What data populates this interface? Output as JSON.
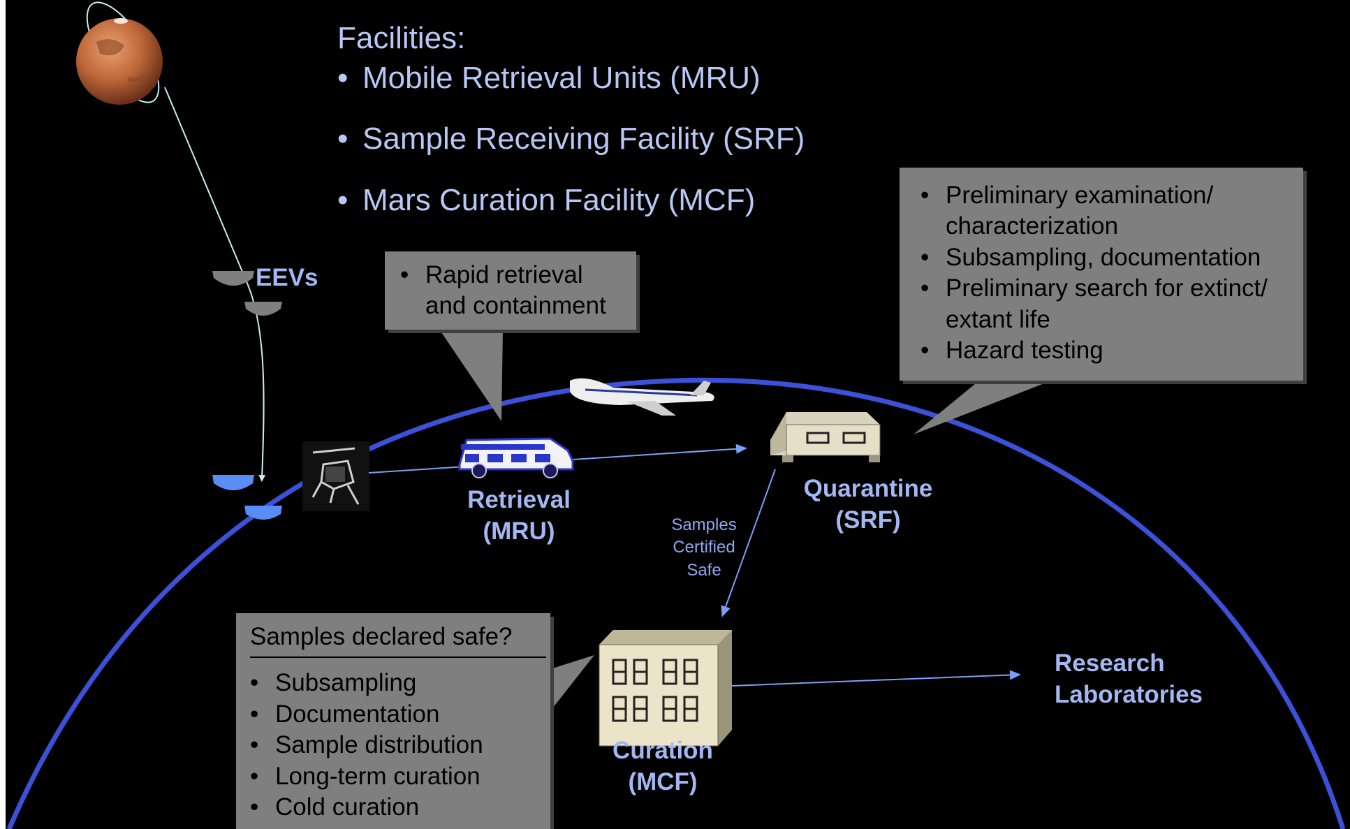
{
  "facilities": {
    "heading": "Facilities:",
    "items": [
      "Mobile Retrieval Units (MRU)",
      "Sample Receiving Facility (SRF)",
      "Mars Curation Facility (MCF)"
    ]
  },
  "labels": {
    "eevs": "EEVs",
    "retrieval_line1": "Retrieval",
    "retrieval_line2": "(MRU)",
    "quarantine_line1": "Quarantine",
    "quarantine_line2": "(SRF)",
    "curation_line1": "Curation",
    "curation_line2": "(MCF)",
    "research_line1": "Research",
    "research_line2": "Laboratories",
    "certified_line1": "Samples",
    "certified_line2": "Certified",
    "certified_line3": "Safe"
  },
  "callouts": {
    "mru": [
      "Rapid retrieval and containment"
    ],
    "srf": [
      "Preliminary examination/ characterization",
      "Subsampling, documentation",
      "Preliminary search for extinct/ extant life",
      "Hazard testing"
    ],
    "mcf_header": "Samples declared safe?",
    "mcf": [
      "Subsampling",
      "Documentation",
      "Sample distribution",
      "Long-term curation",
      "Cold curation"
    ]
  },
  "colors": {
    "background": "#000000",
    "text_blue": "#a3b8f2",
    "earth_limb": "#3c50d8",
    "callout_gray": "#7f7f7f",
    "arrow_light": "#c8f0f0",
    "arrow_blue": "#7aa0f8"
  }
}
